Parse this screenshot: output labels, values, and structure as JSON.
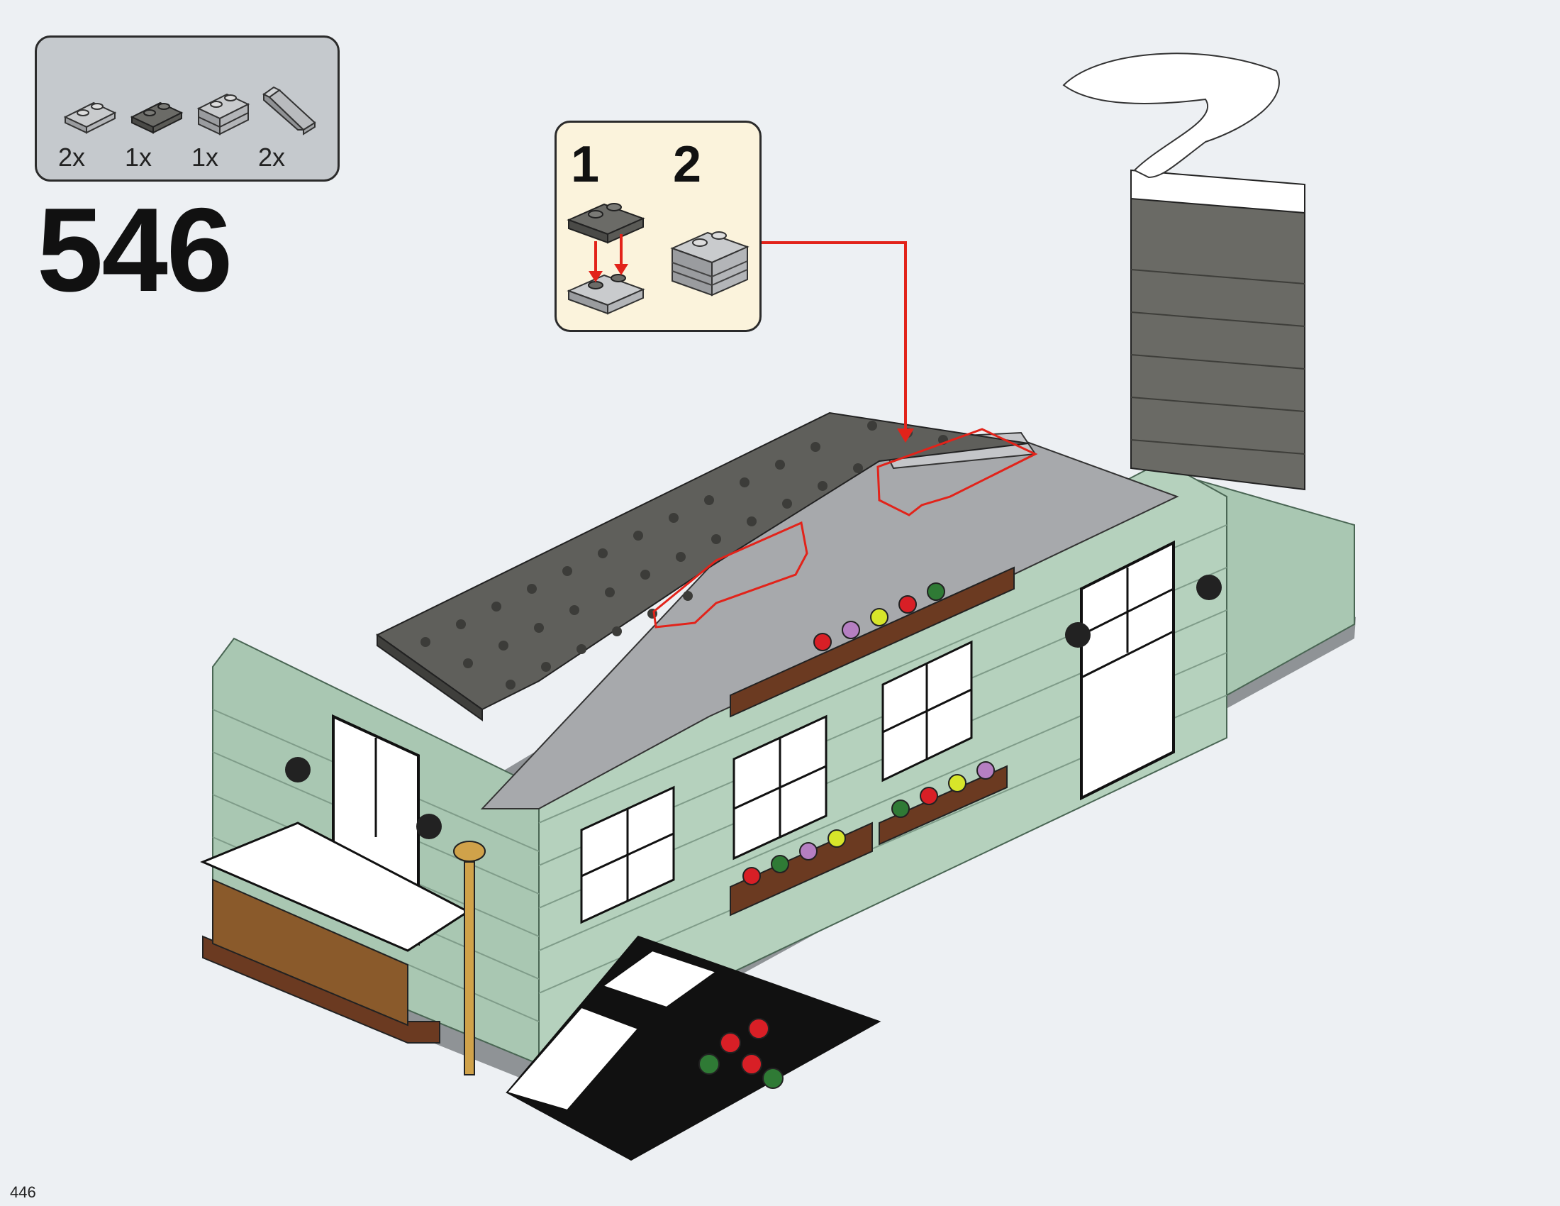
{
  "parts_list": {
    "items": [
      {
        "icon": "light-gray-plate-1x2-icon",
        "qty": "2x"
      },
      {
        "icon": "dark-gray-plate-1x2-icon",
        "qty": "1x"
      },
      {
        "icon": "light-gray-brick-1x2-icon",
        "qty": "1x"
      },
      {
        "icon": "light-gray-slope-icon",
        "qty": "2x"
      }
    ]
  },
  "step": {
    "number": "546"
  },
  "sub_assembly": {
    "steps": [
      "1",
      "2"
    ]
  },
  "page": {
    "number": "446"
  },
  "colors": {
    "background": "#edf0f3",
    "parts_box": "#c5c9cd",
    "sub_box": "#fbf3dc",
    "callout_line": "#e2231a",
    "sand_green": "#a9c7b2",
    "dark_bluish_gray": "#5f5f5b",
    "light_bluish_gray": "#a7a9ac"
  }
}
